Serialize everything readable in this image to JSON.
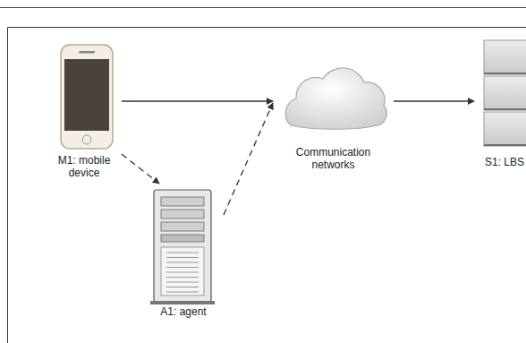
{
  "diagram": {
    "nodes": [
      {
        "text": [
          "M1: mobile device"
        ]
      },
      {
        "text": [
          "Communication networks"
        ]
      },
      {
        "text": [
          "S1: LBS"
        ]
      },
      {
        "text": [
          "A1: agent"
        ]
      }
    ],
    "edges": [
      {
        "from": 0,
        "to": 1,
        "arrow": "to"
      },
      {
        "from": 1,
        "to": 2,
        "arrow": "to"
      },
      {
        "from": 0,
        "to": 3,
        "arrow": "to"
      },
      {
        "from": 3,
        "to": 1,
        "arrow": "to"
      }
    ]
  }
}
